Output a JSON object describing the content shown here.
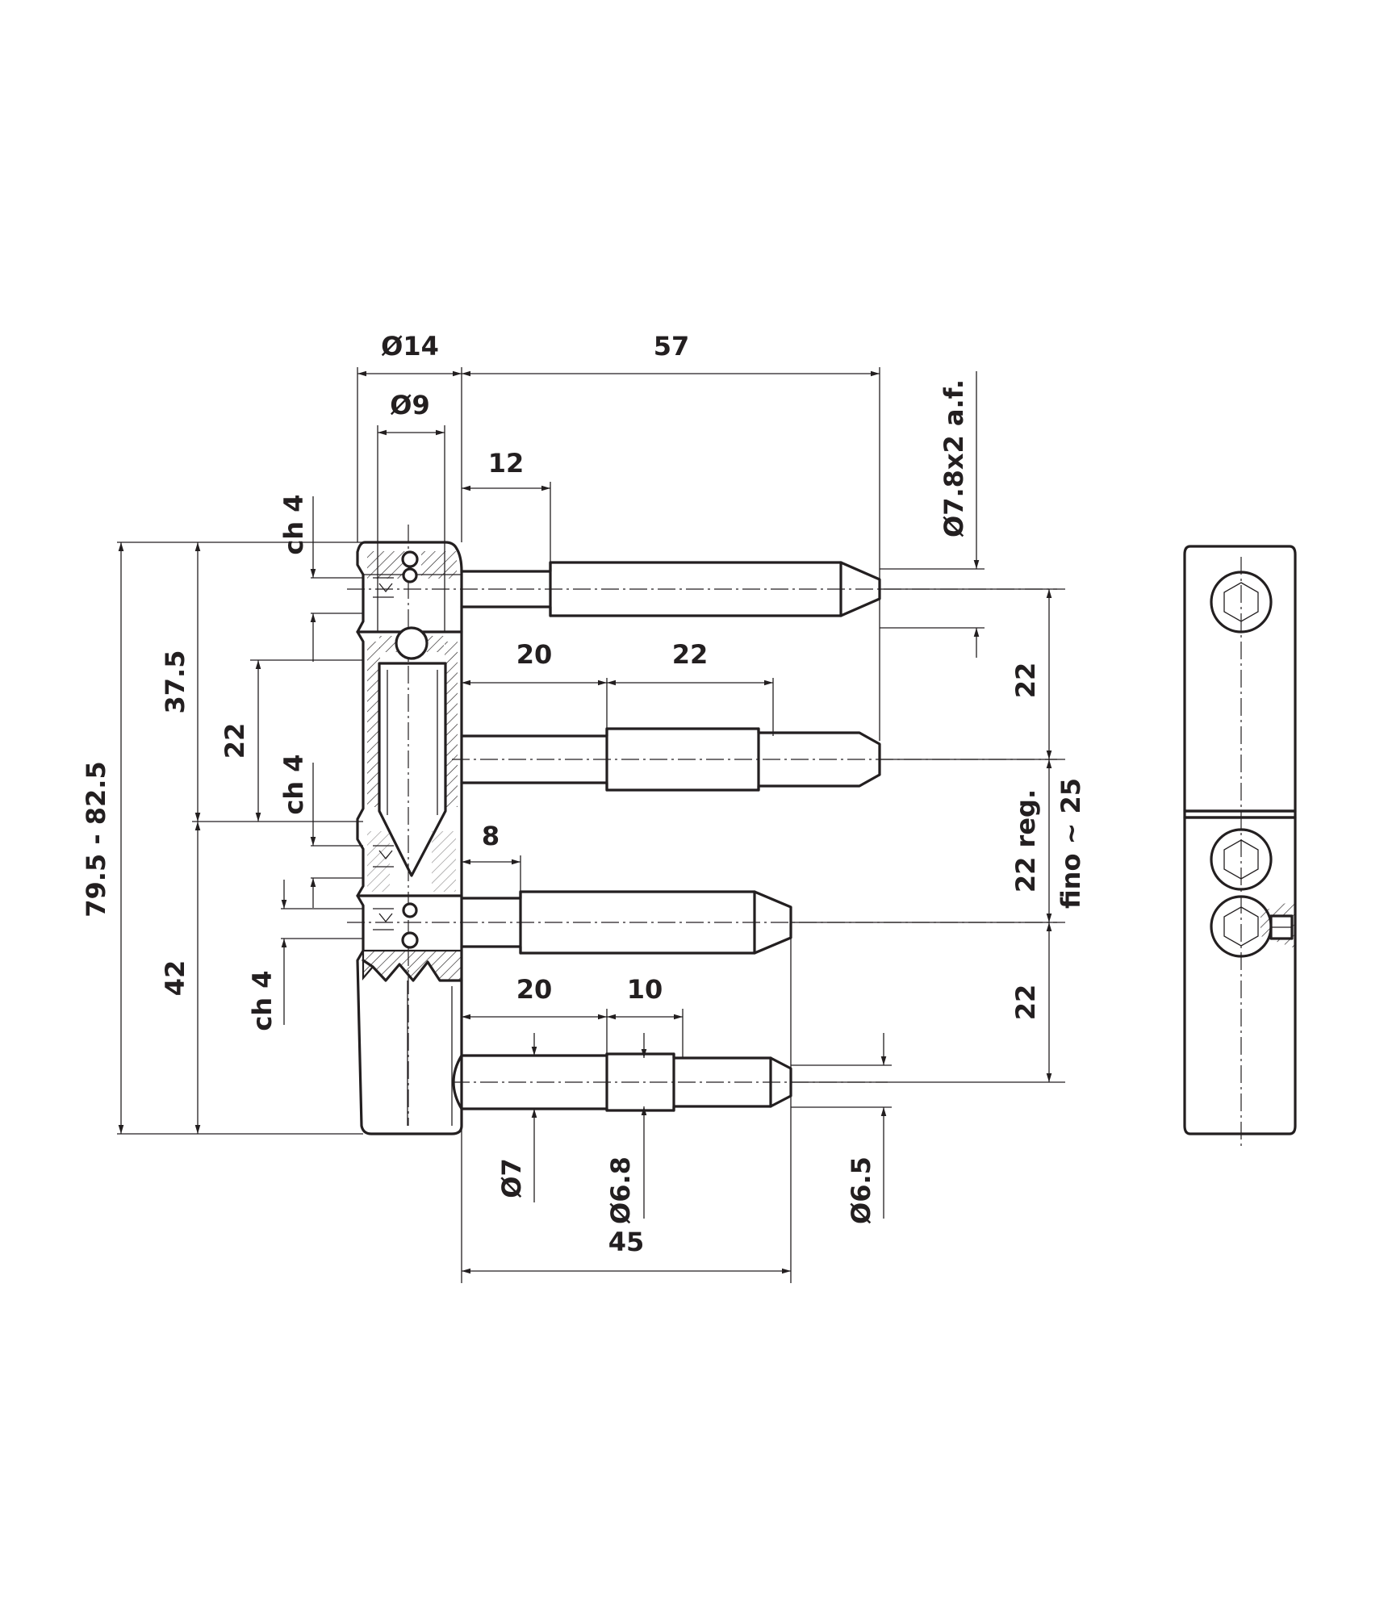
{
  "drawing": {
    "dimensions": {
      "outer_diameter": "Ø14",
      "overall_pin_length": "57",
      "inner_diameter": "Ø9",
      "top_shoulder": "12",
      "top_pin_section": "Ø7.8x2 a.f.",
      "top_hex_socket": "ch 4",
      "upper_body_height": "37.5",
      "second_pin_shoulder": "20",
      "second_pin_step": "22",
      "upper_bore_depth": "22",
      "middle_hex_socket": "ch 4",
      "overall_height": "79.5 - 82.5",
      "third_pin_shoulder": "8",
      "lower_hex_socket": "ch 4",
      "lower_body_height": "42",
      "bottom_pin_shoulder": "20",
      "bottom_pin_step": "10",
      "bottom_diameter_a": "Ø7",
      "bottom_diameter_b": "Ø6.8",
      "bottom_diameter_c": "Ø6.5",
      "bottom_pin_length": "45",
      "pin_spacing_top": "22",
      "pin_spacing_adjust": "22 reg.",
      "fine_adjust": "fino ~ 25",
      "pin_spacing_bottom": "22"
    }
  }
}
